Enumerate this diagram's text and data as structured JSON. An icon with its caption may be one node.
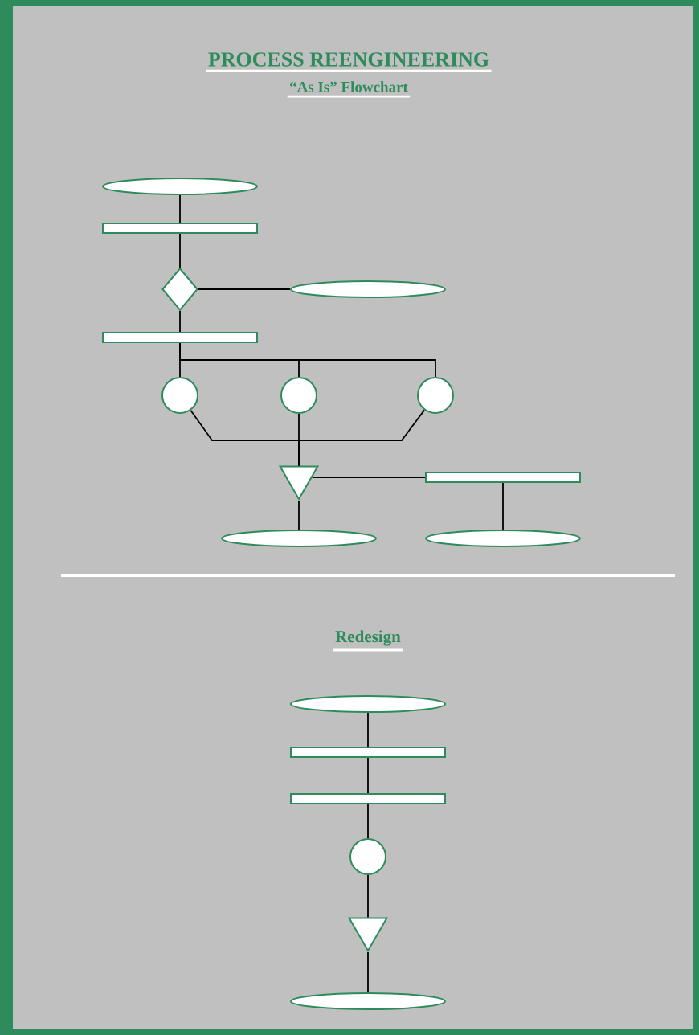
{
  "diagram": {
    "title": "PROCESS REENGINEERING",
    "nodes": [
      {
        "text": [],
        "shape": "ellipse"
      },
      {
        "text": [],
        "shape": "bar"
      },
      {
        "text": [],
        "shape": "diamond"
      },
      {
        "text": [],
        "shape": "ellipse"
      },
      {
        "text": [],
        "shape": "bar"
      },
      {
        "text": [],
        "shape": "circle"
      },
      {
        "text": [],
        "shape": "circle"
      },
      {
        "text": [],
        "shape": "circle"
      },
      {
        "text": [],
        "shape": "triangle"
      },
      {
        "text": [],
        "shape": "bar"
      },
      {
        "text": [],
        "shape": "ellipse"
      },
      {
        "text": [],
        "shape": "ellipse"
      },
      {
        "text": [],
        "shape": "ellipse"
      },
      {
        "text": [],
        "shape": "bar"
      },
      {
        "text": [],
        "shape": "bar"
      },
      {
        "text": [],
        "shape": "circle"
      },
      {
        "text": [],
        "shape": "triangle"
      },
      {
        "text": [],
        "shape": "ellipse"
      }
    ],
    "edges": [
      {
        "from": 0,
        "to": 1,
        "arrow": "none"
      },
      {
        "from": 1,
        "to": 2,
        "arrow": "none"
      },
      {
        "from": 2,
        "to": 3,
        "arrow": "none"
      },
      {
        "from": 2,
        "to": 4,
        "arrow": "none"
      },
      {
        "from": 4,
        "to": 5,
        "arrow": "none"
      },
      {
        "from": 4,
        "to": 6,
        "arrow": "none"
      },
      {
        "from": 4,
        "to": 7,
        "arrow": "none"
      },
      {
        "from": 5,
        "to": 8,
        "arrow": "none"
      },
      {
        "from": 6,
        "to": 8,
        "arrow": "none"
      },
      {
        "from": 7,
        "to": 8,
        "arrow": "none"
      },
      {
        "from": 8,
        "to": 9,
        "arrow": "none"
      },
      {
        "from": 8,
        "to": 10,
        "arrow": "none"
      },
      {
        "from": 9,
        "to": 11,
        "arrow": "none"
      },
      {
        "from": 12,
        "to": 13,
        "arrow": "none"
      },
      {
        "from": 13,
        "to": 14,
        "arrow": "none"
      },
      {
        "from": 14,
        "to": 15,
        "arrow": "none"
      },
      {
        "from": 15,
        "to": 16,
        "arrow": "none"
      },
      {
        "from": 16,
        "to": 17,
        "arrow": "none"
      }
    ],
    "labels": [
      "“As Is” Flowchart",
      "Redesign"
    ]
  }
}
